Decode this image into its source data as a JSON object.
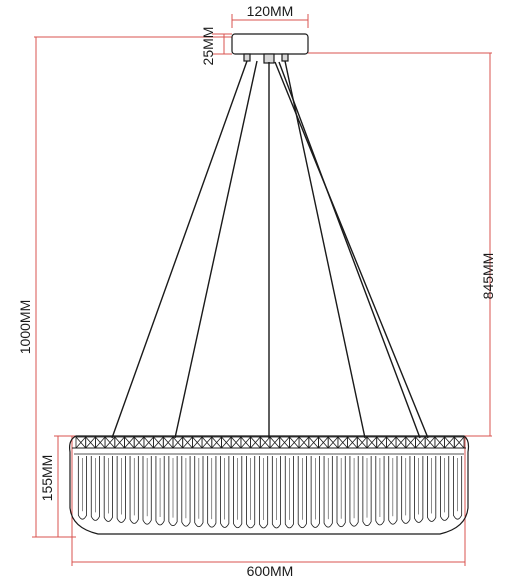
{
  "dimensions": {
    "canopy_width": "120MM",
    "canopy_height": "25MM",
    "total_height": "1000MM",
    "suspension_length": "845MM",
    "ring_height": "155MM",
    "ring_diameter": "600MM"
  },
  "colors": {
    "dimension_line": "#d9534f",
    "fixture_line": "#1a1a1a",
    "background": "#ffffff"
  }
}
